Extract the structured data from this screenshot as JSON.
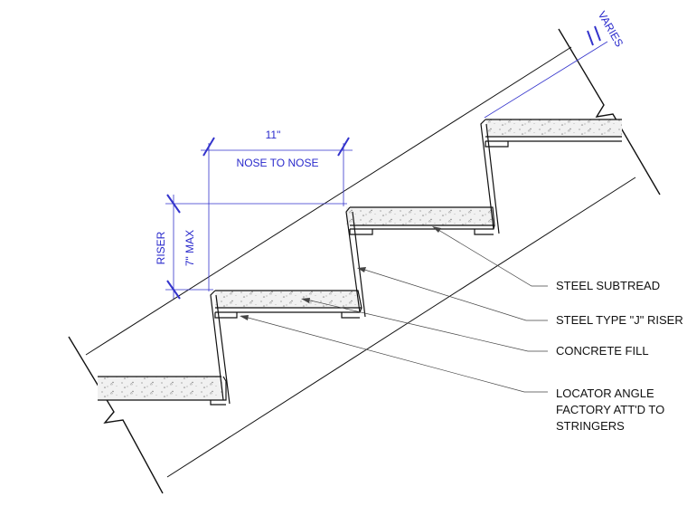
{
  "dimensions": {
    "tread_value": "11\"",
    "tread_label": "NOSE TO NOSE",
    "riser_label": "RISER",
    "riser_value": "7\" MAX",
    "slope_label": "VARIES"
  },
  "callouts": [
    {
      "text": "STEEL SUBTREAD"
    },
    {
      "text": "STEEL TYPE \"J\" RISER"
    },
    {
      "text": "CONCRETE FILL"
    },
    {
      "text": "LOCATOR ANGLE",
      "line2": "FACTORY ATT'D TO",
      "line3": "STRINGERS"
    }
  ],
  "colors": {
    "linework": "#111111",
    "dimension": "#3333cc",
    "concrete_fill": "#eeeeee"
  }
}
